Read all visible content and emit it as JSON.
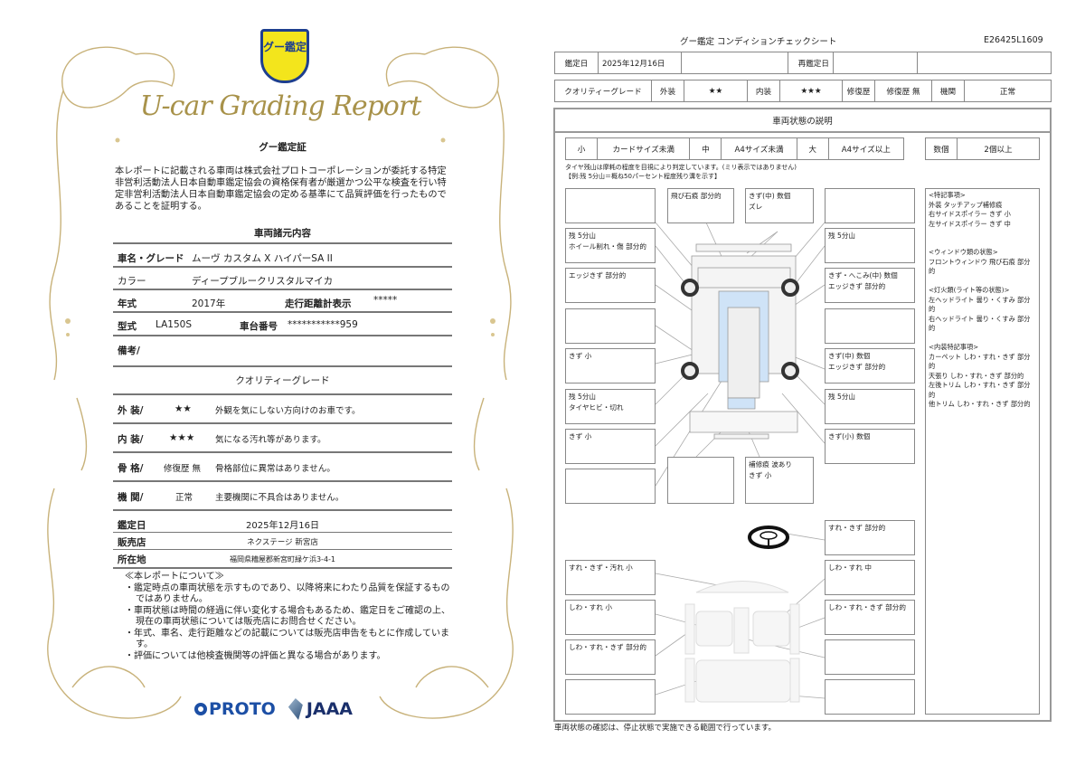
{
  "left": {
    "logo_text": "グー鑑定",
    "title": "U-car Grading Report",
    "heading": "グー鑑定証",
    "intro": "本レポートに記載される車両は株式会社プロトコーポレーションが委託する特定非営利活動法人日本自動車鑑定協会の資格保有者が厳選かつ公平な検査を行い特定非営利活動法人日本自動車鑑定協会の定める基準にて品質評価を行ったものであることを証明する。",
    "spec_heading": "車両諸元内容",
    "specs": {
      "name_label": "車名・グレード",
      "name": "ムーヴ カスタム X ハイパーSA II",
      "color_label": "カラー",
      "color": "ディープブルークリスタルマイカ",
      "year_label": "年式",
      "year": "2017年",
      "odo_label": "走行距離計表示",
      "odo": "*****",
      "model_label": "型式",
      "model": "LA150S",
      "chassis_label": "車台番号",
      "chassis": "***********959",
      "remarks_label": "備考/"
    },
    "quality_heading": "クオリティーグレード",
    "grades": [
      {
        "label": "外 装/",
        "value": "★★",
        "desc": "外観を気にしない方向けのお車です。"
      },
      {
        "label": "内 装/",
        "value": "★★★",
        "desc": "気になる汚れ等があります。"
      },
      {
        "label": "骨 格/",
        "value": "修復歴 無",
        "desc": "骨格部位に異常はありません。"
      },
      {
        "label": "機 関/",
        "value": "正常",
        "desc": "主要機関に不具合はありません。"
      }
    ],
    "date_label": "鑑定日",
    "date": "2025年12月16日",
    "dealer_label": "販売店",
    "dealer": "ネクステージ 新宮店",
    "address_label": "所在地",
    "address": "福岡県糟屋郡新宮町緑ケ浜3-4-1",
    "notes_title": "≪本レポートについて≫",
    "notes": [
      "・鑑定時点の車両状態を示すものであり、以降将来にわたり品質を保証するものではありません。",
      "・車両状態は時間の経過に伴い変化する場合もあるため、鑑定日をご確認の上、現在の車両状態については販売店にお問合せください。",
      "・年式、車名、走行距離などの記載については販売店申告をもとに作成しています。",
      "・評価については他検査機関等の評価と異なる場合があります。"
    ],
    "brand_proto": "PROTO",
    "brand_jaaa": "JAAA"
  },
  "right": {
    "title": "グー鑑定 コンディションチェックシート",
    "code": "E26425L1609",
    "date_label": "鑑定日",
    "date": "2025年12月16日",
    "redate_label": "再鑑定日",
    "grade": {
      "label": "クオリティーグレード",
      "ext_label": "外装",
      "ext": "★★",
      "int_label": "内装",
      "int": "★★★",
      "repair_label": "修復歴",
      "repair": "修復歴 無",
      "engine_label": "機関",
      "engine": "正常"
    },
    "section_title": "車両状態の説明",
    "legend": {
      "s": "小",
      "s_desc": "カードサイズ未満",
      "m": "中",
      "m_desc": "A4サイズ未満",
      "l": "大",
      "l_desc": "A4サイズ以上",
      "n": "数個",
      "n_desc": "2個以上"
    },
    "tire_note1": "タイヤ残山は摩耗の程度を目視により判定しています。(ミリ表示ではありません)",
    "tire_note2": "【例:残 5分山＝概ね50パーセント程度残り溝を示す】",
    "ext_boxes": {
      "l1": "",
      "l2": "残 5分山\nホイール削れ・傷 部分的",
      "l3": "エッジきず 部分的",
      "l4": "",
      "l5": "きず 小",
      "l6": "残 5分山\nタイヤヒビ・切れ",
      "l7": "きず 小",
      "l8": "",
      "c1": "飛び石痕 部分的",
      "c2": "きず(中) 数個\nズレ",
      "c3": "",
      "c4": "補修痕 波あり\nきず 小",
      "r1": "",
      "r2": "残 5分山",
      "r3": "きず・へこみ(中) 数個\nエッジきず 部分的",
      "r4": "",
      "r5": "きず(中) 数個\nエッジきず 部分的",
      "r6": "残 5分山",
      "r7": "きず(小) 数個"
    },
    "int_boxes": {
      "steer": "すれ・きず 部分的",
      "l1": "すれ・きず・汚れ 小",
      "l2": "しわ・すれ 小",
      "l3": "しわ・すれ・きず 部分的",
      "l4": "",
      "r1": "しわ・すれ 中",
      "r2": "しわ・すれ・きず 部分的",
      "r3": "",
      "r4": ""
    },
    "remarks": "<特記事項>\n外装 タッチアップ補修痕\n右サイドスポイラー きず 小\n左サイドスポイラー きず 中\n\n\n<ウィンドウ類の状態>\nフロントウィンドウ 飛び石痕 部分的\n\n<灯火類(ライト等の状態)>\n左ヘッドライト 曇り・くすみ 部分的\n右ヘッドライト 曇り・くすみ 部分的\n\n<内装特記事項>\nカーペット しわ・すれ・きず 部分的\n天張り しわ・すれ・きず 部分的\n左後トリム しわ・すれ・きず 部分的\n他トリム しわ・すれ・きず 部分的",
    "footer": "車両状態の確認は、停止状態で実施できる範囲で行っています。"
  },
  "colors": {
    "gold": "#b9a05c",
    "logo_yellow": "#f3e51c",
    "logo_blue": "#1e3f8f",
    "glass": "#cfe3f7"
  }
}
